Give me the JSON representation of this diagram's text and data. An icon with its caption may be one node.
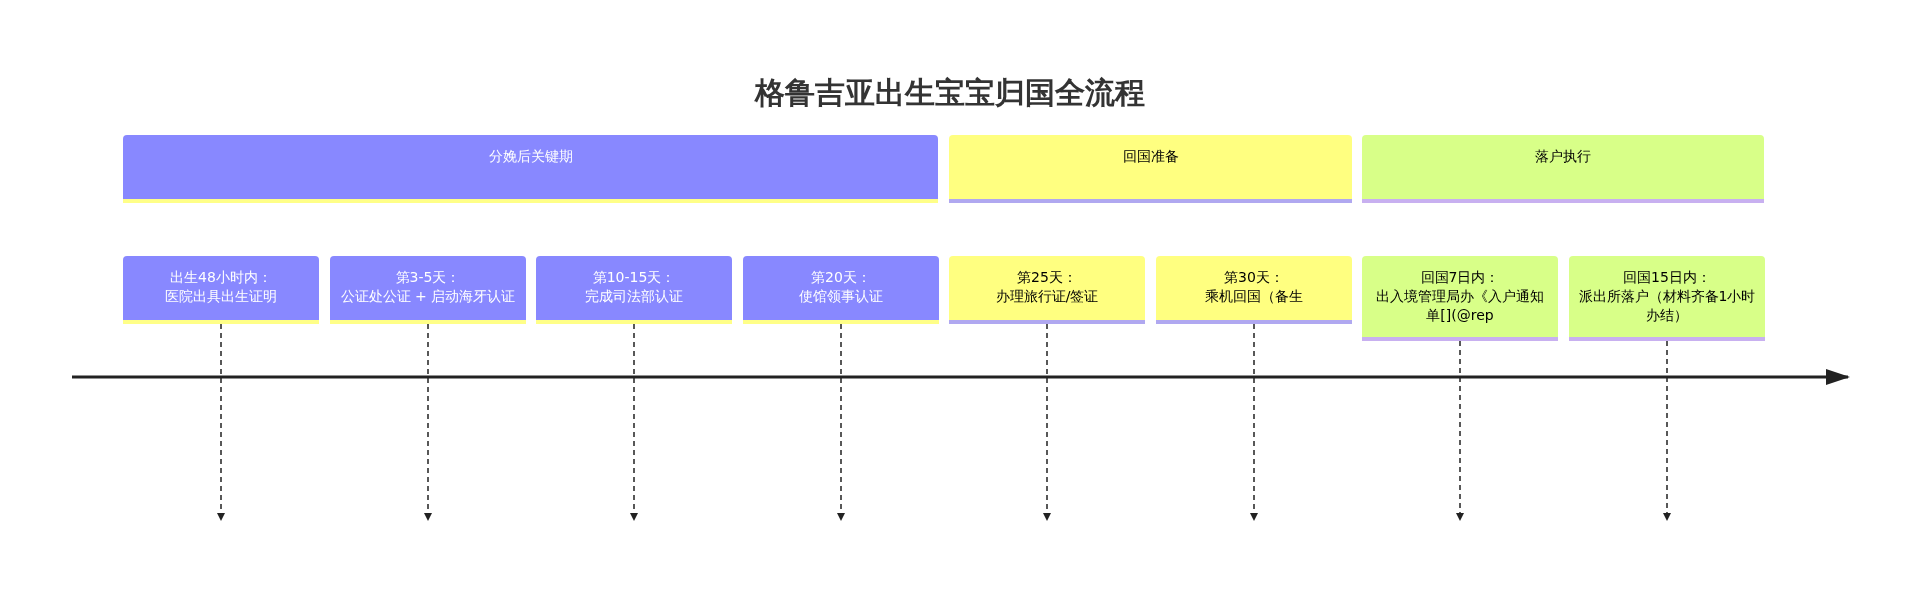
{
  "diagram": {
    "title": "格鲁吉亚出生宝宝归国全流程",
    "nodes": [
      {
        "text": [
          "分娩后关键期"
        ]
      },
      {
        "text": [
          "回国准备"
        ]
      },
      {
        "text": [
          "落户执行"
        ]
      },
      {
        "text": [
          "出生48小时内：",
          "医院出具出生证明"
        ]
      },
      {
        "text": [
          "第3-5天：",
          "公证处公证 + 启动海牙认证"
        ]
      },
      {
        "text": [
          "第10-15天：",
          "完成司法部认证"
        ]
      },
      {
        "text": [
          "第20天：",
          "使馆领事认证"
        ]
      },
      {
        "text": [
          "第25天：",
          "办理旅行证/签证"
        ]
      },
      {
        "text": [
          "第30天：",
          "乘机回国（备生"
        ]
      },
      {
        "text": [
          "回国7日内：",
          "出入境管理局办《入户通知单[](@rep"
        ]
      },
      {
        "text": [
          "回国15日内：",
          "派出所落户（材料齐备1小时办结）"
        ]
      }
    ],
    "edges": [
      {
        "from": 3,
        "to": null,
        "arrow": "to",
        "style": "dashed"
      },
      {
        "from": 4,
        "to": null,
        "arrow": "to",
        "style": "dashed"
      },
      {
        "from": 5,
        "to": null,
        "arrow": "to",
        "style": "dashed"
      },
      {
        "from": 6,
        "to": null,
        "arrow": "to",
        "style": "dashed"
      },
      {
        "from": 7,
        "to": null,
        "arrow": "to",
        "style": "dashed"
      },
      {
        "from": 8,
        "to": null,
        "arrow": "to",
        "style": "dashed"
      },
      {
        "from": 9,
        "to": null,
        "arrow": "to",
        "style": "dashed"
      },
      {
        "from": 10,
        "to": null,
        "arrow": "to",
        "style": "dashed"
      }
    ]
  }
}
